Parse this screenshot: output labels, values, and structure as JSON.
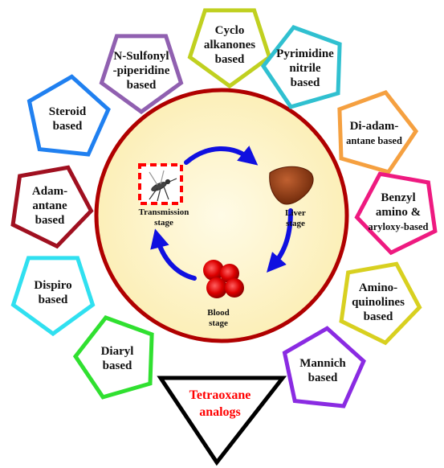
{
  "center": {
    "stages": {
      "transmission": [
        "Transmission",
        "stage"
      ],
      "liver": [
        "Liver",
        "stage"
      ],
      "blood": [
        "Blood",
        "stage"
      ]
    }
  },
  "triangle": {
    "lines": [
      "Tetraoxane",
      "analogs"
    ],
    "text_color": "#ff0000"
  },
  "pentagons": [
    {
      "id": "cycloalkanones",
      "lines": [
        "Cyclo",
        "alkanones",
        "based"
      ],
      "color": "#c0d020"
    },
    {
      "id": "pyrimidine",
      "lines": [
        "Pyrimidine",
        "nitrile",
        "based"
      ],
      "color": "#30c0d0"
    },
    {
      "id": "diadamantane",
      "lines": [
        "Di-adam-",
        "antane based"
      ],
      "color": "#f5a040"
    },
    {
      "id": "benzyl",
      "lines": [
        "Benzyl",
        "amino &",
        "aryloxy-based"
      ],
      "color": "#ee1a80"
    },
    {
      "id": "aminoquinolines",
      "lines": [
        "Amino-",
        "quinolines",
        "based"
      ],
      "color": "#d8d020"
    },
    {
      "id": "mannich",
      "lines": [
        "Mannich",
        "based"
      ],
      "color": "#8a2be2"
    },
    {
      "id": "diaryl",
      "lines": [
        "Diaryl",
        "based"
      ],
      "color": "#30e030"
    },
    {
      "id": "dispiro",
      "lines": [
        "Dispiro",
        "based"
      ],
      "color": "#30e0f0"
    },
    {
      "id": "adamantane",
      "lines": [
        "Adam-",
        "antane",
        "based"
      ],
      "color": "#a01020"
    },
    {
      "id": "steroid",
      "lines": [
        "Steroid",
        "based"
      ],
      "color": "#2080f0"
    },
    {
      "id": "sulfonyl",
      "lines": [
        "N-Sulfonyl",
        "-piperidine",
        "based"
      ],
      "color": "#9060b0"
    }
  ],
  "colors": {
    "circle_fill": "#fdf3c8",
    "circle_stroke": "#b00000",
    "arrow": "#1010e0",
    "dashed_box": "#ff0000",
    "liver": "#8a3a10",
    "blood": "#dd0000"
  }
}
